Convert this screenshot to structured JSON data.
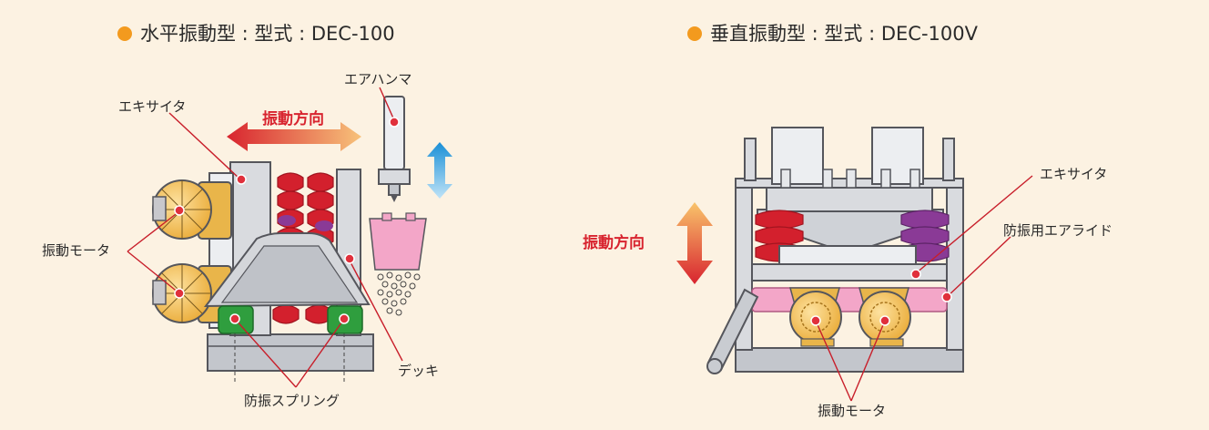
{
  "left_diagram": {
    "title": "水平振動型 : 型式 : DEC-100",
    "direction_label": "振動方向",
    "labels": {
      "exciter": "エキサイタ",
      "air_hammer": "エアハンマ",
      "vibration_motor": "振動モータ",
      "anti_vibration_spring": "防振スプリング",
      "deck": "デッキ"
    }
  },
  "right_diagram": {
    "title": "垂直振動型 : 型式 : DEC-100V",
    "direction_label": "振動方向",
    "labels": {
      "exciter": "エキサイタ",
      "air_ride": "防振用エアライド",
      "vibration_motor": "振動モータ"
    }
  },
  "colors": {
    "background": "#fcf2e2",
    "title_bullet": "#f39a1e",
    "direction_text": "#d8242f",
    "spring_red": "#d3202d",
    "spring_purple": "#8a3a96",
    "spring_green": "#2f9e3e",
    "motor_yellow": "#f6c35a",
    "hopper_pink": "#f3a6c8"
  }
}
